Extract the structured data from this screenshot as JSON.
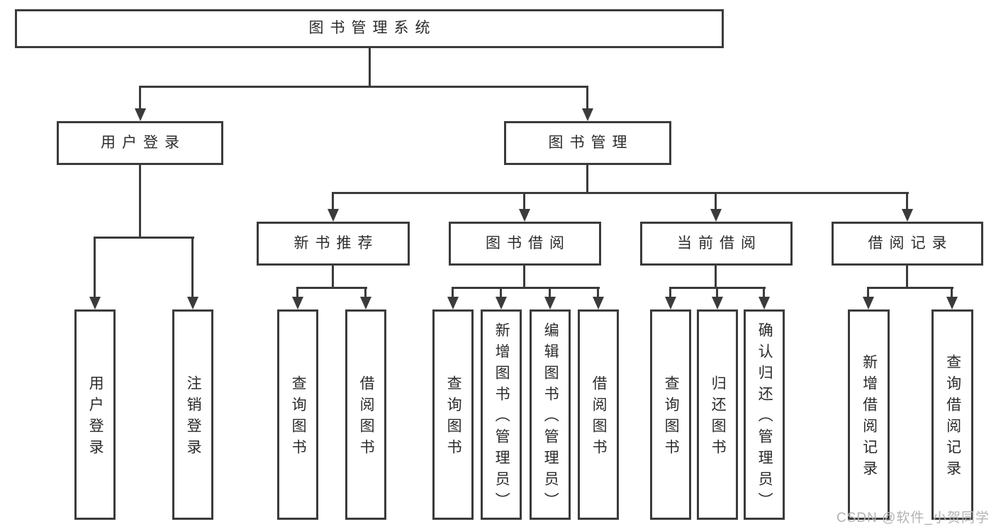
{
  "nodes": {
    "root": "图书管理系统",
    "user_login": "用户登录",
    "book_mgmt": "图书管理",
    "new_book_rec": "新书推荐",
    "book_borrow": "图书借阅",
    "current_borrow": "当前借阅",
    "borrow_records": "借阅记录",
    "leaves": {
      "login": [
        "用户登录",
        "注销登录"
      ],
      "new_book": [
        "查询图书",
        "借阅图书"
      ],
      "borrow": [
        "查询图书",
        "新增图书（管理员）",
        "编辑图书（管理员）",
        "借阅图书"
      ],
      "current": [
        "查询图书",
        "归还图书",
        "确认归还（管理员）"
      ],
      "records": [
        "新增借阅记录",
        "查询借阅记录"
      ]
    }
  },
  "watermark": {
    "text": "CSDN @软件_小贺同学"
  },
  "colors": {
    "line": "#3b3b3b",
    "text": "#2b2b2b",
    "background": "#ffffff",
    "watermark": "#b3b3b3"
  }
}
